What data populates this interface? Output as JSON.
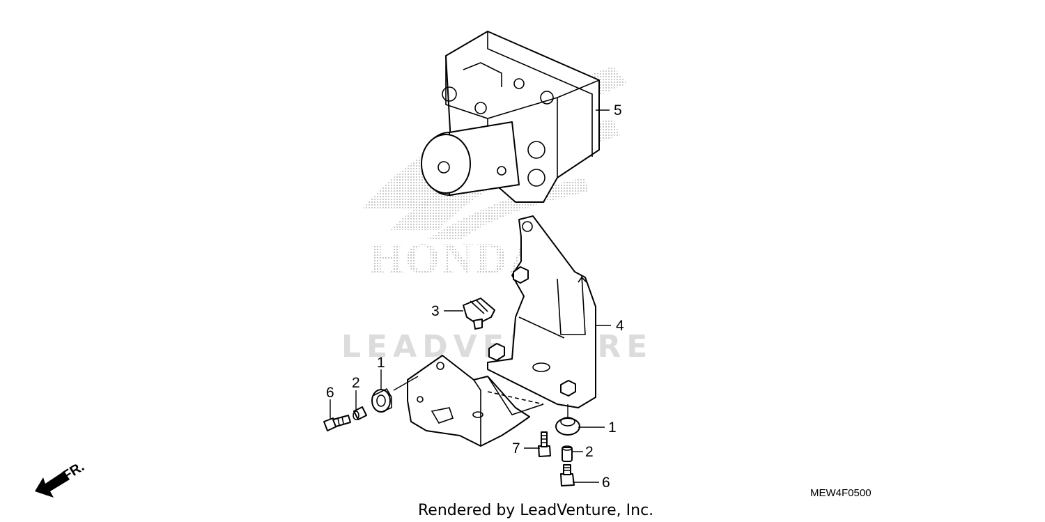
{
  "watermark": {
    "brand": "HONDA",
    "vendor": "LEADVENTURE"
  },
  "footer": {
    "credit": "Rendered by LeadVenture, Inc.",
    "diagram_code": "MEW4F0500"
  },
  "direction_label": "FR.",
  "callouts": [
    {
      "id": "callout-1-left",
      "num": "1"
    },
    {
      "id": "callout-1-right",
      "num": "1"
    },
    {
      "id": "callout-2-left",
      "num": "2"
    },
    {
      "id": "callout-2-right",
      "num": "2"
    },
    {
      "id": "callout-3",
      "num": "3"
    },
    {
      "id": "callout-4",
      "num": "4"
    },
    {
      "id": "callout-5",
      "num": "5"
    },
    {
      "id": "callout-6-left",
      "num": "6"
    },
    {
      "id": "callout-6-right",
      "num": "6"
    },
    {
      "id": "callout-7",
      "num": "7"
    }
  ],
  "colors": {
    "line": "#000000",
    "watermark_dots": "#9a9a9a",
    "watermark_text": "#dcdcdc"
  }
}
